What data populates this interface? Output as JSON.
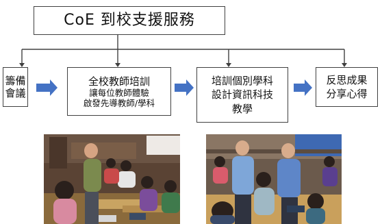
{
  "title": "CoE 到校支援服務",
  "steps": [
    {
      "lines": [
        "籌備",
        "會議"
      ]
    },
    {
      "lines": [
        "全校教師培訓",
        "讓每位教師體驗",
        "啟發先導教師/學科"
      ]
    },
    {
      "lines": [
        "培訓個別學科",
        "設計資訊科技",
        "教學"
      ]
    },
    {
      "lines": [
        "反思成果",
        "分享心得"
      ]
    }
  ],
  "colors": {
    "arrow": "#4472c4",
    "line": "#404040",
    "border": "#404040"
  },
  "photos": [
    {
      "name": "teacher-workshop-photo-left"
    },
    {
      "name": "teacher-workshop-photo-right"
    }
  ]
}
